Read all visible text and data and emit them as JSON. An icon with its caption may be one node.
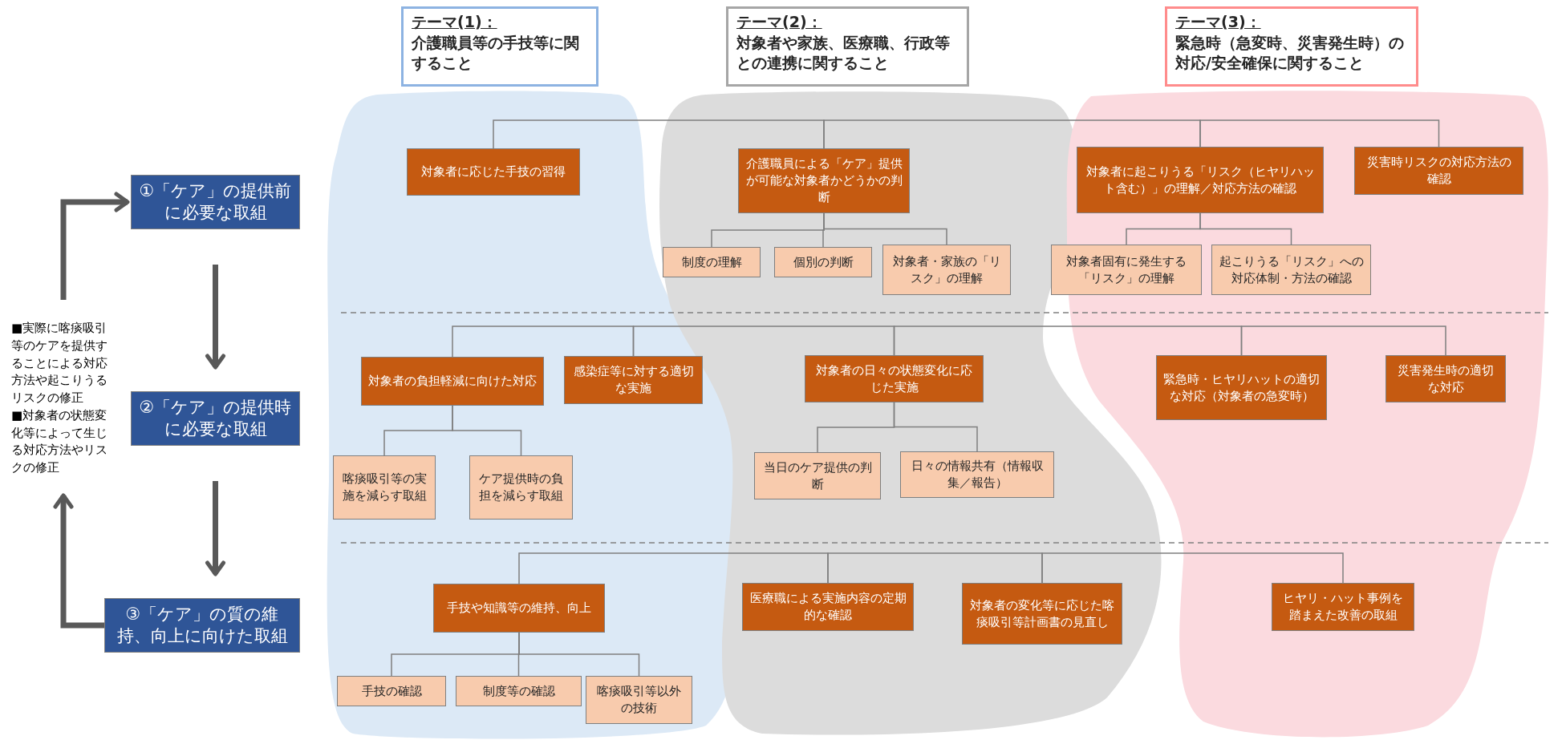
{
  "diagram": {
    "nodes": [
      {
        "text": [
          "テーマ(1)：",
          "介護職員等の手技等に関すること"
        ]
      },
      {
        "text": [
          "テーマ(2)：",
          "対象者や家族、医療職、行政等との連携に関すること"
        ]
      },
      {
        "text": [
          "テーマ(3)：",
          "緊急時（急変時、災害発生時）の対応/安全確保に関すること"
        ]
      },
      {
        "text": [
          "①「ケア」の提供前に必要な取組"
        ]
      },
      {
        "text": [
          "■実際に喀痰吸引等のケアを提供することによる対応方法や起こりうるリスクの修正",
          "■対象者の状態変化等によって生じる対応方法やリスクの修正"
        ]
      },
      {
        "text": [
          "②「ケア」の提供時に必要な取組"
        ]
      },
      {
        "text": [
          "③「ケア」の質の維持、向上に向けた取組"
        ]
      },
      {
        "text": [
          "対象者に応じた手技の習得"
        ]
      },
      {
        "text": [
          "介護職員による「ケア」提供が可能な対象者かどうかの判断"
        ]
      },
      {
        "text": [
          "対象者に起こりうる「リスク（ヒヤリハット含む）」の理解／対応方法の確認"
        ]
      },
      {
        "text": [
          "災害時リスクの対応方法の確認"
        ]
      },
      {
        "text": [
          "制度の理解"
        ]
      },
      {
        "text": [
          "個別の判断"
        ]
      },
      {
        "text": [
          "対象者・家族の「リスク」の理解"
        ]
      },
      {
        "text": [
          "対象者固有に発生する「リスク」の理解"
        ]
      },
      {
        "text": [
          "起こりうる「リスク」への対応体制・方法の確認"
        ]
      },
      {
        "text": [
          "対象者の負担軽減に向けた対応"
        ]
      },
      {
        "text": [
          "感染症等に対する適切な実施"
        ]
      },
      {
        "text": [
          "対象者の日々の状態変化に応じた実施"
        ]
      },
      {
        "text": [
          "緊急時・ヒヤリハットの適切な対応（対象者の急変時）"
        ]
      },
      {
        "text": [
          "災害発生時の適切な対応"
        ]
      },
      {
        "text": [
          "喀痰吸引等の実施を減らす取組"
        ]
      },
      {
        "text": [
          "ケア提供時の負担を減らす取組"
        ]
      },
      {
        "text": [
          "当日のケア提供の判断"
        ]
      },
      {
        "text": [
          "日々の情報共有（情報収集／報告）"
        ]
      },
      {
        "text": [
          "手技や知識等の維持、向上"
        ]
      },
      {
        "text": [
          "医療職による実施内容の定期的な確認"
        ]
      },
      {
        "text": [
          "対象者の変化等に応じた喀痰吸引等計画書の見直し"
        ]
      },
      {
        "text": [
          "ヒヤリ・ハット事例を踏まえた改善の取組"
        ]
      },
      {
        "text": [
          "手技の確認"
        ]
      },
      {
        "text": [
          "制度等の確認"
        ]
      },
      {
        "text": [
          "喀痰吸引等以外の技術"
        ]
      }
    ],
    "edges": [
      {
        "from": 3,
        "to": 5,
        "arrow": "to",
        "style": "thick",
        "color": "#595959"
      },
      {
        "from": 5,
        "to": 6,
        "arrow": "to",
        "style": "thick",
        "color": "#595959"
      },
      {
        "from": 6,
        "to": 4,
        "arrow": "to",
        "style": "thick",
        "color": "#595959"
      },
      {
        "from": 4,
        "to": 3,
        "arrow": "to",
        "style": "thick",
        "color": "#595959"
      },
      {
        "from": 7,
        "to": 8,
        "arrow": "none"
      },
      {
        "from": 8,
        "to": 9,
        "arrow": "none"
      },
      {
        "from": 9,
        "to": 10,
        "arrow": "none"
      },
      {
        "from": 8,
        "to": 11,
        "arrow": "none"
      },
      {
        "from": 8,
        "to": 12,
        "arrow": "none"
      },
      {
        "from": 8,
        "to": 13,
        "arrow": "none"
      },
      {
        "from": 9,
        "to": 14,
        "arrow": "none"
      },
      {
        "from": 9,
        "to": 15,
        "arrow": "none"
      },
      {
        "from": 16,
        "to": 17,
        "arrow": "none"
      },
      {
        "from": 17,
        "to": 18,
        "arrow": "none"
      },
      {
        "from": 18,
        "to": 19,
        "arrow": "none"
      },
      {
        "from": 19,
        "to": 20,
        "arrow": "none"
      },
      {
        "from": 16,
        "to": 21,
        "arrow": "none"
      },
      {
        "from": 16,
        "to": 22,
        "arrow": "none"
      },
      {
        "from": 18,
        "to": 23,
        "arrow": "none"
      },
      {
        "from": 18,
        "to": 24,
        "arrow": "none"
      },
      {
        "from": 25,
        "to": 26,
        "arrow": "none"
      },
      {
        "from": 26,
        "to": 27,
        "arrow": "none"
      },
      {
        "from": 27,
        "to": 28,
        "arrow": "none"
      },
      {
        "from": 25,
        "to": 29,
        "arrow": "none"
      },
      {
        "from": 25,
        "to": 30,
        "arrow": "none"
      },
      {
        "from": 25,
        "to": 31,
        "arrow": "none"
      }
    ]
  }
}
